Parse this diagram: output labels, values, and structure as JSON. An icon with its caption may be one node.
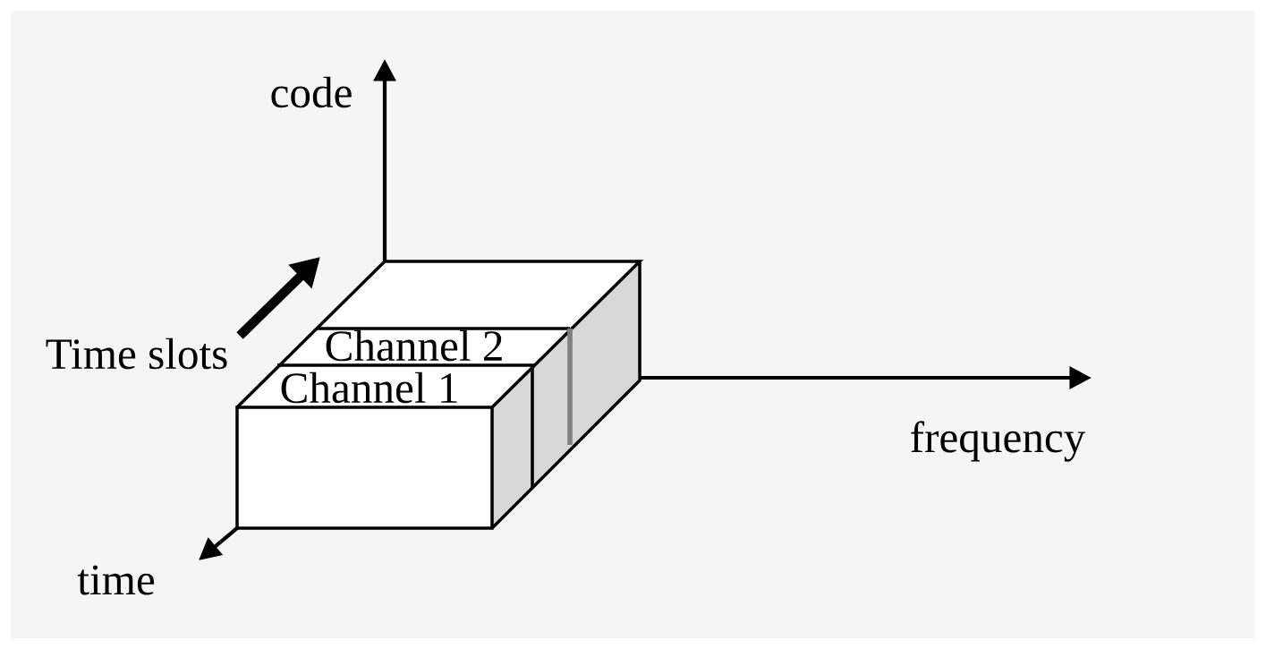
{
  "diagram": {
    "labels": [
      "code",
      "Time slots",
      "Channel 2",
      "Channel 1",
      "frequency",
      "time"
    ]
  }
}
